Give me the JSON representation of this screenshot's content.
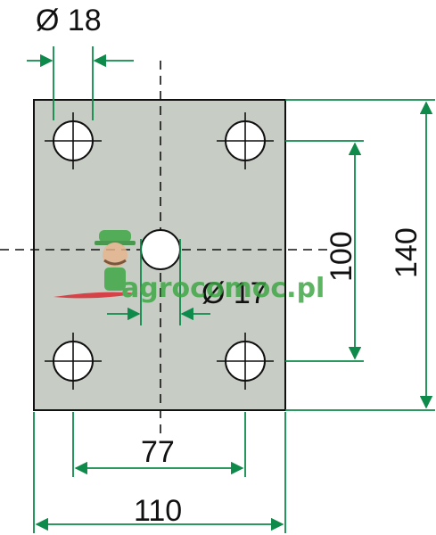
{
  "drawing": {
    "dim_hole_large": "Ø 18",
    "dim_hole_center": "Ø 17",
    "dim_outer_height": "140",
    "dim_inner_height": "100",
    "dim_inner_width": "77",
    "dim_outer_width": "110"
  },
  "watermark": {
    "brand": "agrocomoc.pl"
  },
  "colors": {
    "plate_fill": "#c7ccc4",
    "dimension_green": "#0e8a4a",
    "line_black": "#111111",
    "watermark_green": "#3aa641",
    "watermark_red": "#d9262e"
  }
}
